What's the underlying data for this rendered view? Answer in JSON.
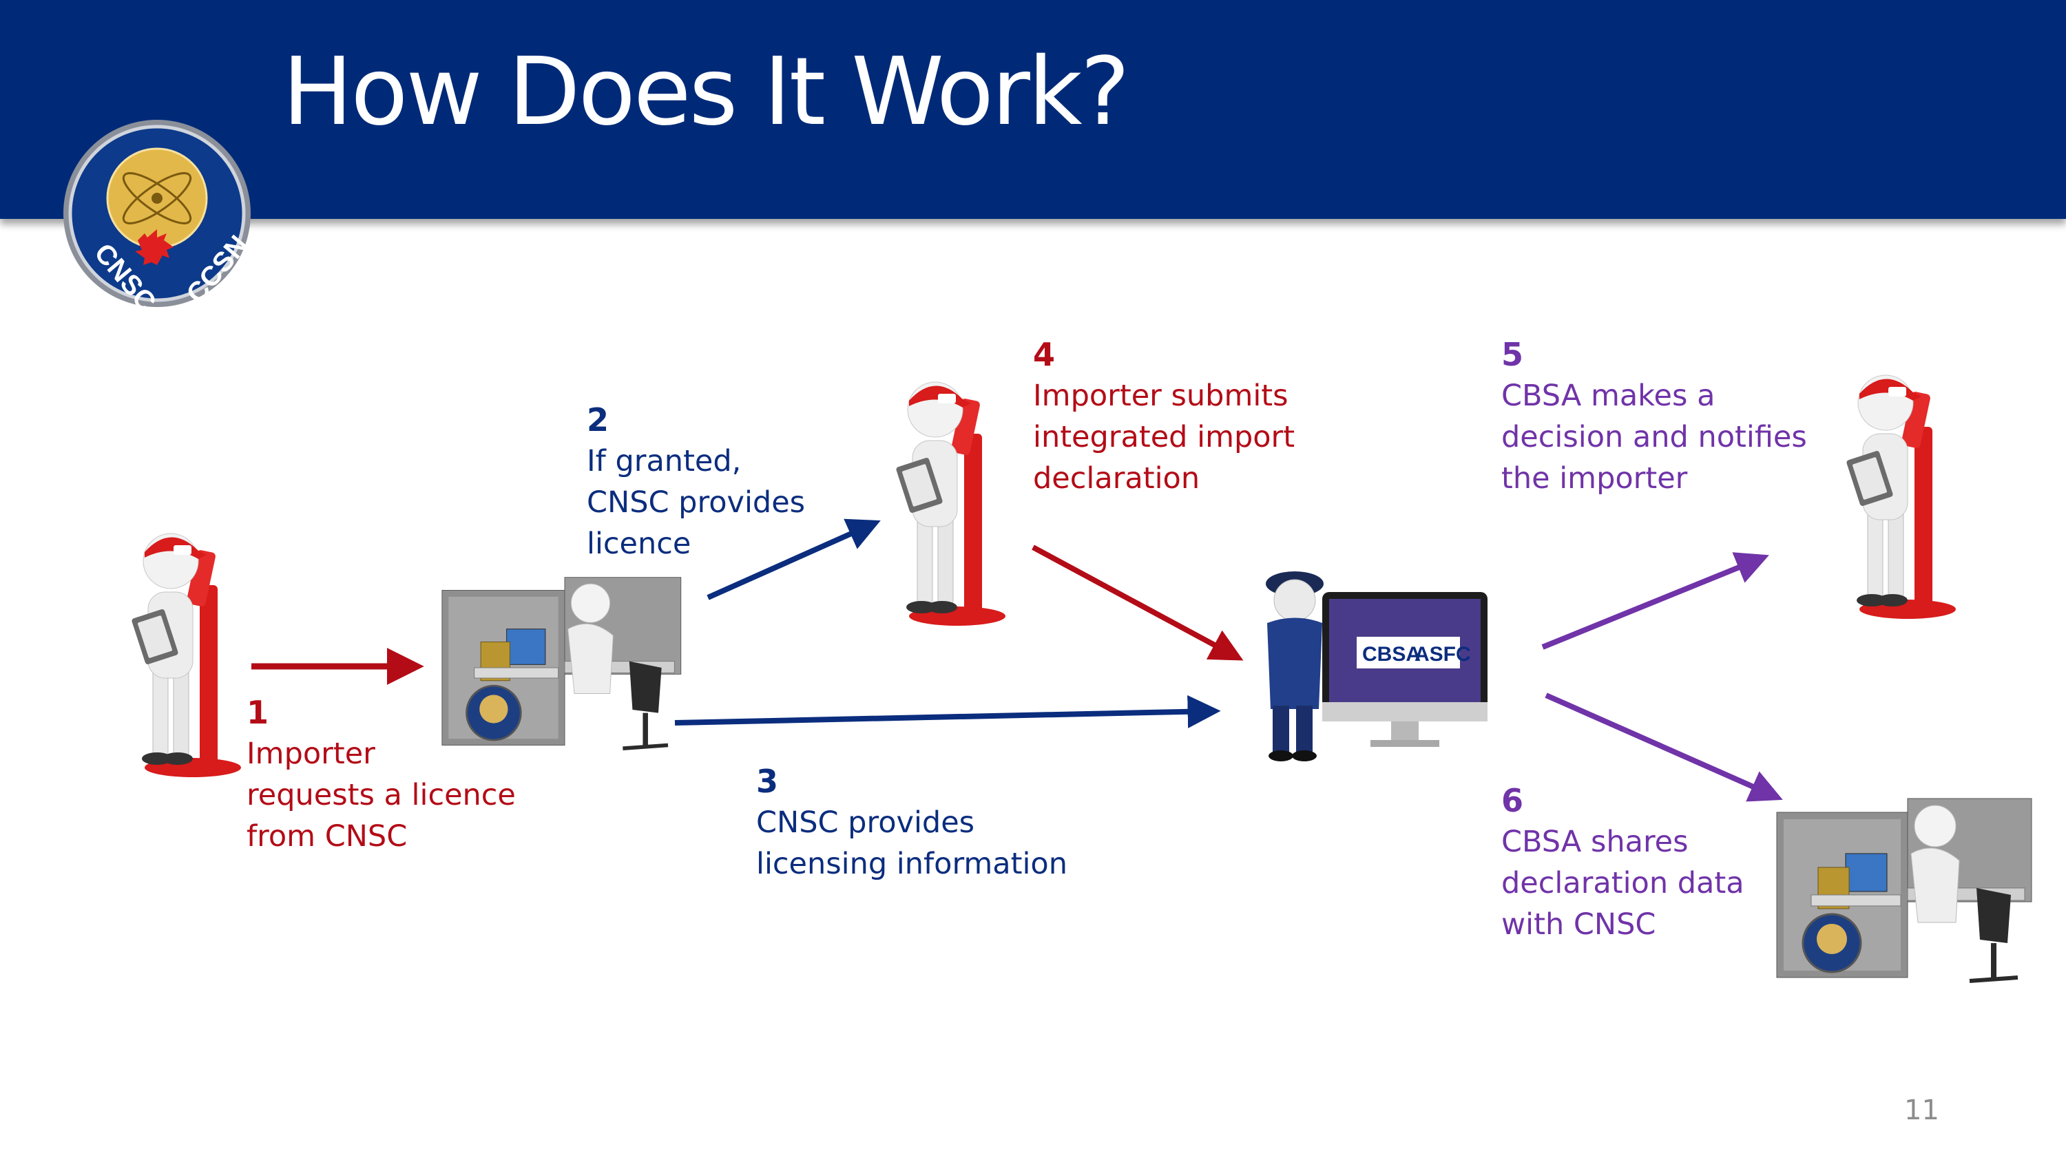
{
  "slide": {
    "title": "How Does It Work?",
    "page_number": "11"
  },
  "logo": {
    "left_text": "CNSC",
    "right_text": "CCSN"
  },
  "colors": {
    "banner": "#002a78",
    "red": "#b30c17",
    "blue": "#0b2d7e",
    "purple": "#7033a8"
  },
  "steps": [
    {
      "number": "1",
      "text": "Importer\nrequests a licence\nfrom CNSC",
      "color": "red"
    },
    {
      "number": "2",
      "text": "If granted,\nCNSC provides\nlicence",
      "color": "blue"
    },
    {
      "number": "3",
      "text": "CNSC provides\nlicensing information",
      "color": "blue"
    },
    {
      "number": "4",
      "text": "Importer submits\nintegrated import\ndeclaration",
      "color": "red"
    },
    {
      "number": "5",
      "text": "CBSA makes a\ndecision and notifies\nthe importer",
      "color": "purple"
    },
    {
      "number": "6",
      "text": "CBSA shares\ndeclaration data\nwith CNSC",
      "color": "purple"
    }
  ],
  "cbsa_screen": {
    "left": "CBSA",
    "right": "ASFC"
  },
  "figures": {
    "importer": "importer-kiosk-figure",
    "office": "cnsc-office-worker-figure",
    "officer": "cbsa-officer-figure"
  }
}
